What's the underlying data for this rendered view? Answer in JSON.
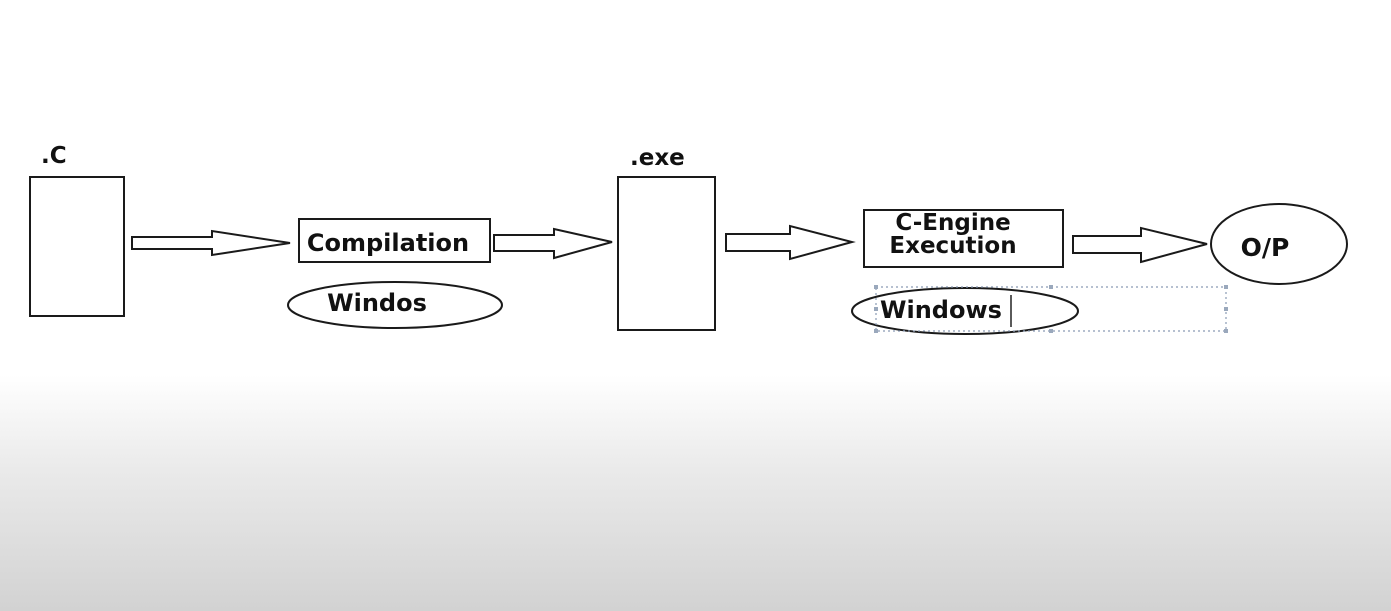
{
  "diagram": {
    "source_label": ".C",
    "executable_label": ".exe",
    "compilation_label": "Compilation",
    "compilation_platform_label": "Windos",
    "engine_line1": "C-Engine",
    "engine_line2": "Execution",
    "execution_platform_label": "Windows",
    "output_label": "O/P"
  }
}
